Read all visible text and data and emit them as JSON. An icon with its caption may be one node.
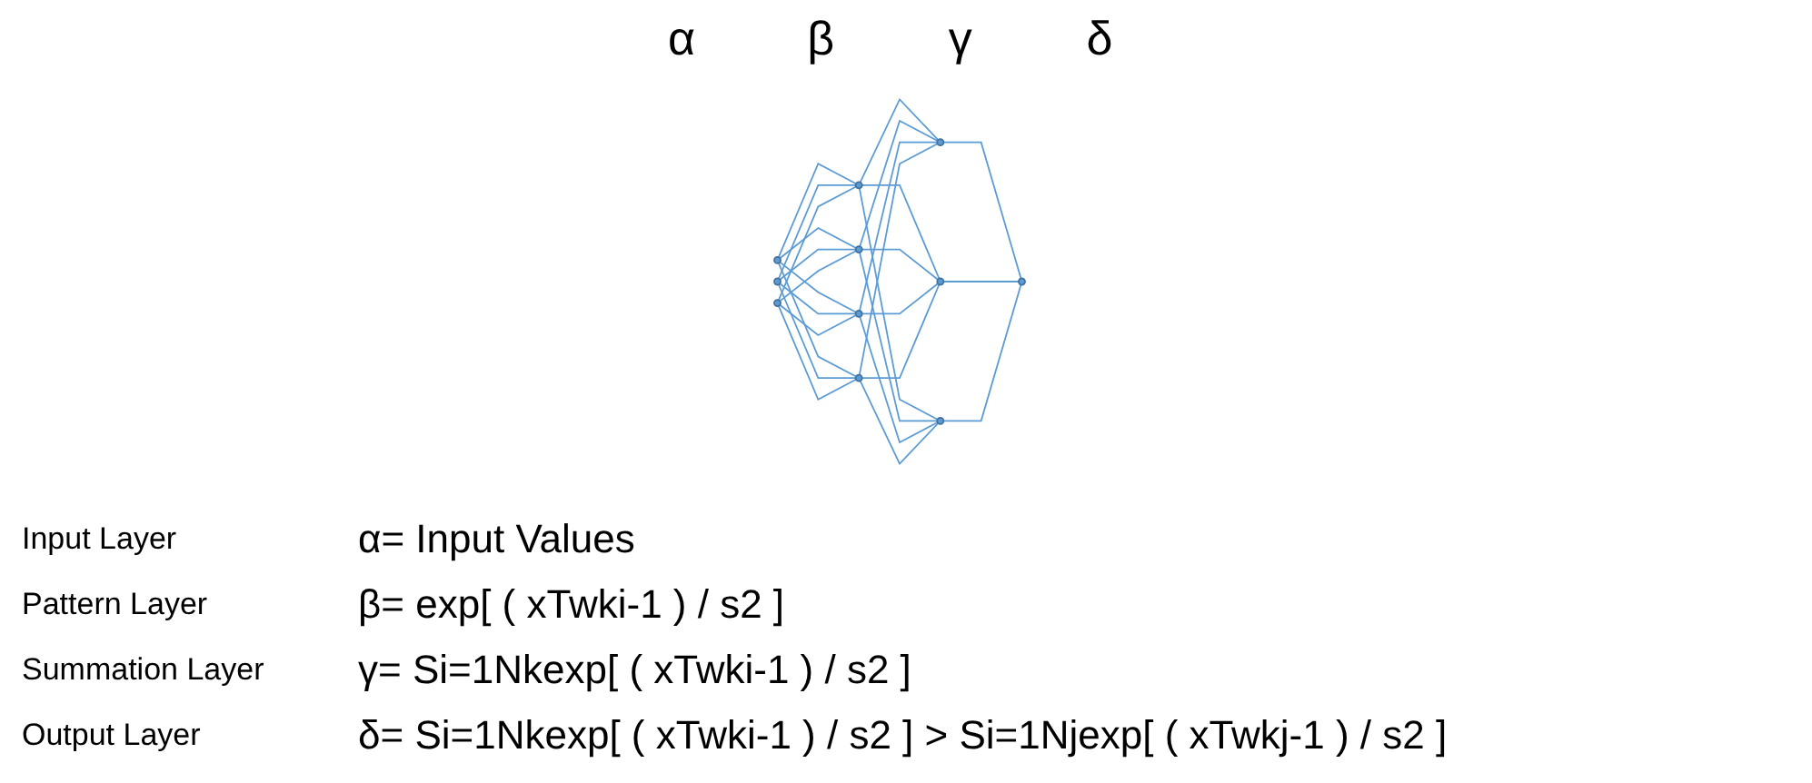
{
  "diagram": {
    "nodes": [
      {
        "text": [],
        "shape": "circle"
      },
      {
        "text": [],
        "shape": "circle"
      },
      {
        "text": [],
        "shape": "circle"
      },
      {
        "text": [],
        "shape": "circle"
      },
      {
        "text": [],
        "shape": "circle"
      },
      {
        "text": [],
        "shape": "circle"
      },
      {
        "text": [],
        "shape": "circle"
      },
      {
        "text": [],
        "shape": "circle"
      },
      {
        "text": [],
        "shape": "circle"
      },
      {
        "text": [],
        "shape": "circle"
      },
      {
        "text": [],
        "shape": "circle"
      }
    ],
    "edges": [
      {
        "from": 0,
        "to": 3,
        "arrow": "none"
      },
      {
        "from": 0,
        "to": 4,
        "arrow": "none"
      },
      {
        "from": 0,
        "to": 5,
        "arrow": "none"
      },
      {
        "from": 0,
        "to": 6,
        "arrow": "none"
      },
      {
        "from": 1,
        "to": 3,
        "arrow": "none"
      },
      {
        "from": 1,
        "to": 4,
        "arrow": "none"
      },
      {
        "from": 1,
        "to": 5,
        "arrow": "none"
      },
      {
        "from": 1,
        "to": 6,
        "arrow": "none"
      },
      {
        "from": 2,
        "to": 3,
        "arrow": "none"
      },
      {
        "from": 2,
        "to": 4,
        "arrow": "none"
      },
      {
        "from": 2,
        "to": 5,
        "arrow": "none"
      },
      {
        "from": 2,
        "to": 6,
        "arrow": "none"
      },
      {
        "from": 3,
        "to": 7,
        "arrow": "none"
      },
      {
        "from": 3,
        "to": 8,
        "arrow": "none"
      },
      {
        "from": 3,
        "to": 9,
        "arrow": "none"
      },
      {
        "from": 4,
        "to": 7,
        "arrow": "none"
      },
      {
        "from": 4,
        "to": 8,
        "arrow": "none"
      },
      {
        "from": 4,
        "to": 9,
        "arrow": "none"
      },
      {
        "from": 5,
        "to": 7,
        "arrow": "none"
      },
      {
        "from": 5,
        "to": 8,
        "arrow": "none"
      },
      {
        "from": 5,
        "to": 9,
        "arrow": "none"
      },
      {
        "from": 6,
        "to": 7,
        "arrow": "none"
      },
      {
        "from": 6,
        "to": 8,
        "arrow": "none"
      },
      {
        "from": 6,
        "to": 9,
        "arrow": "none"
      },
      {
        "from": 7,
        "to": 10,
        "arrow": "none"
      },
      {
        "from": 8,
        "to": 10,
        "arrow": "none"
      },
      {
        "from": 9,
        "to": 10,
        "arrow": "none"
      }
    ],
    "labels": [
      "α",
      "β",
      "γ",
      "δ",
      "Input Layer",
      "α= Input Values",
      "Pattern Layer",
      "β= exp[ ( xTwki-1 ) / s2 ]",
      "Summation Layer",
      "γ= Si=1Nkexp[ ( xTwki-1 ) / s2 ]",
      "Output Layer",
      "δ= Si=1Nkexp[ ( xTwki-1 ) / s2 ] > Si=1Njexp[ ( xTwkj-1 ) / s2 ]"
    ]
  }
}
